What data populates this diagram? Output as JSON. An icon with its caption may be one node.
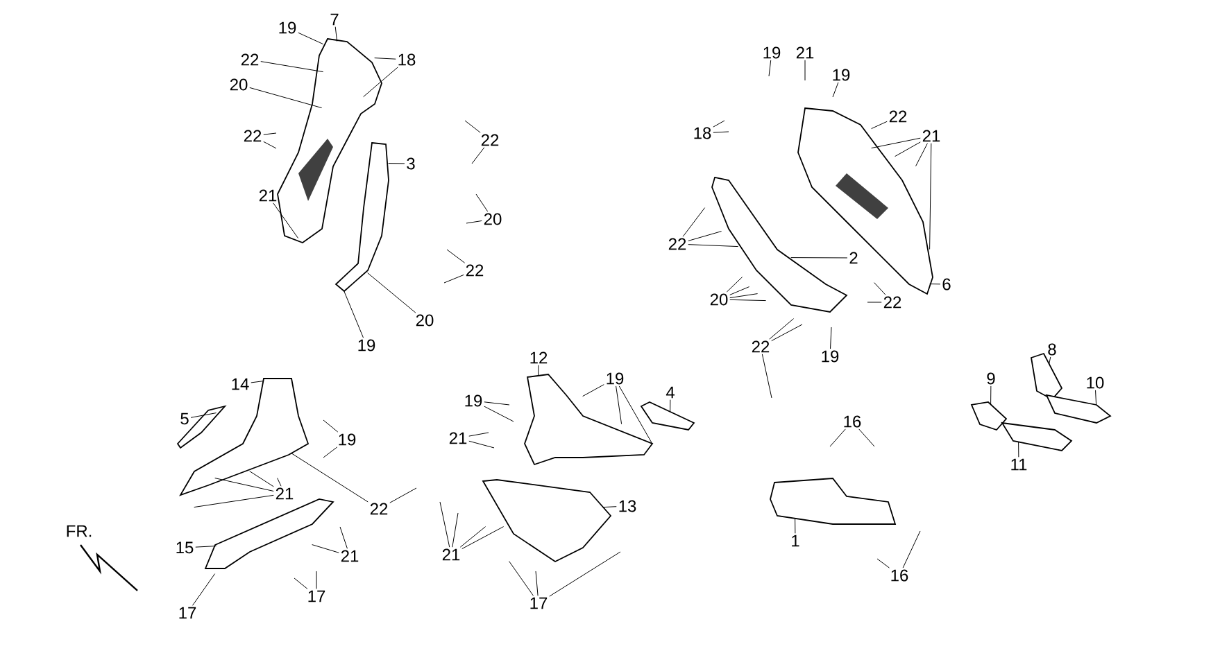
{
  "diagram": {
    "nodes": [
      {
        "text": [
          "7"
        ]
      },
      {
        "text": [
          "19"
        ]
      },
      {
        "text": [
          "18"
        ]
      },
      {
        "text": [
          "22"
        ]
      },
      {
        "text": [
          "20"
        ]
      },
      {
        "text": [
          "22"
        ]
      },
      {
        "text": [
          "21"
        ]
      },
      {
        "text": [
          "3"
        ]
      },
      {
        "text": [
          "22"
        ]
      },
      {
        "text": [
          "20"
        ]
      },
      {
        "text": [
          "22"
        ]
      },
      {
        "text": [
          "20"
        ]
      },
      {
        "text": [
          "19"
        ]
      },
      {
        "text": [
          "19"
        ]
      },
      {
        "text": [
          "21"
        ]
      },
      {
        "text": [
          "19"
        ]
      },
      {
        "text": [
          "22"
        ]
      },
      {
        "text": [
          "21"
        ]
      },
      {
        "text": [
          "18"
        ]
      },
      {
        "text": [
          "22"
        ]
      },
      {
        "text": [
          "2"
        ]
      },
      {
        "text": [
          "20"
        ]
      },
      {
        "text": [
          "6"
        ]
      },
      {
        "text": [
          "22"
        ]
      },
      {
        "text": [
          "19"
        ]
      },
      {
        "text": [
          "22"
        ]
      },
      {
        "text": [
          "14"
        ]
      },
      {
        "text": [
          "5"
        ]
      },
      {
        "text": [
          "19"
        ]
      },
      {
        "text": [
          "21"
        ]
      },
      {
        "text": [
          "22"
        ]
      },
      {
        "text": [
          "15"
        ]
      },
      {
        "text": [
          "21"
        ]
      },
      {
        "text": [
          "17"
        ]
      },
      {
        "text": [
          "17"
        ]
      },
      {
        "text": [
          "12"
        ]
      },
      {
        "text": [
          "19"
        ]
      },
      {
        "text": [
          "19"
        ]
      },
      {
        "text": [
          "4"
        ]
      },
      {
        "text": [
          "21"
        ]
      },
      {
        "text": [
          "13"
        ]
      },
      {
        "text": [
          "21"
        ]
      },
      {
        "text": [
          "17"
        ]
      },
      {
        "text": [
          "16"
        ]
      },
      {
        "text": [
          "1"
        ]
      },
      {
        "text": [
          "16"
        ]
      },
      {
        "text": [
          "8"
        ]
      },
      {
        "text": [
          "9"
        ]
      },
      {
        "text": [
          "10"
        ]
      },
      {
        "text": [
          "11"
        ]
      },
      {
        "text": [],
        "shape": "picture"
      },
      {
        "text": [],
        "shape": "picture"
      },
      {
        "text": [],
        "shape": "picture"
      },
      {
        "text": [],
        "shape": "picture"
      },
      {
        "text": [],
        "shape": "picture"
      },
      {
        "text": [],
        "shape": "picture"
      },
      {
        "text": [],
        "shape": "picture"
      },
      {
        "text": [],
        "shape": "picture"
      },
      {
        "text": [],
        "shape": "picture"
      },
      {
        "text": [],
        "shape": "picture"
      },
      {
        "text": [],
        "shape": "picture"
      },
      {
        "text": [],
        "shape": "picture"
      },
      {
        "text": [],
        "shape": "picture"
      },
      {
        "text": [],
        "shape": "picture"
      },
      {
        "text": [],
        "shape": "picture"
      }
    ],
    "edges": [
      {
        "from": 0,
        "to": 50,
        "arrow": "none"
      },
      {
        "from": 1,
        "to": 50,
        "arrow": "none"
      },
      {
        "from": 2,
        "to": 50,
        "arrow": "none"
      },
      {
        "from": 2,
        "to": 50,
        "arrow": "none"
      },
      {
        "from": 3,
        "to": 50,
        "arrow": "none"
      },
      {
        "from": 4,
        "to": 50,
        "arrow": "none"
      },
      {
        "from": 5,
        "to": null,
        "arrow": "none"
      },
      {
        "from": 5,
        "to": null,
        "arrow": "none"
      },
      {
        "from": 6,
        "to": 50,
        "arrow": "none"
      },
      {
        "from": 7,
        "to": 51,
        "arrow": "none"
      },
      {
        "from": 8,
        "to": null,
        "arrow": "none"
      },
      {
        "from": 8,
        "to": null,
        "arrow": "none"
      },
      {
        "from": 9,
        "to": null,
        "arrow": "none"
      },
      {
        "from": 9,
        "to": null,
        "arrow": "none"
      },
      {
        "from": 10,
        "to": null,
        "arrow": "none"
      },
      {
        "from": 10,
        "to": null,
        "arrow": "none"
      },
      {
        "from": 11,
        "to": 51,
        "arrow": "none"
      },
      {
        "from": 12,
        "to": 51,
        "arrow": "none"
      },
      {
        "from": 13,
        "to": null,
        "arrow": "none"
      },
      {
        "from": 14,
        "to": null,
        "arrow": "none"
      },
      {
        "from": 15,
        "to": null,
        "arrow": "none"
      },
      {
        "from": 16,
        "to": 52,
        "arrow": "none"
      },
      {
        "from": 17,
        "to": 52,
        "arrow": "none"
      },
      {
        "from": 17,
        "to": 52,
        "arrow": "none"
      },
      {
        "from": 17,
        "to": 52,
        "arrow": "none"
      },
      {
        "from": 17,
        "to": 52,
        "arrow": "none"
      },
      {
        "from": 18,
        "to": null,
        "arrow": "none"
      },
      {
        "from": 18,
        "to": null,
        "arrow": "none"
      },
      {
        "from": 19,
        "to": 53,
        "arrow": "none"
      },
      {
        "from": 19,
        "to": 53,
        "arrow": "none"
      },
      {
        "from": 19,
        "to": 53,
        "arrow": "none"
      },
      {
        "from": 20,
        "to": 53,
        "arrow": "none"
      },
      {
        "from": 21,
        "to": 53,
        "arrow": "none"
      },
      {
        "from": 21,
        "to": 53,
        "arrow": "none"
      },
      {
        "from": 21,
        "to": 53,
        "arrow": "none"
      },
      {
        "from": 21,
        "to": 53,
        "arrow": "none"
      },
      {
        "from": 22,
        "to": 52,
        "arrow": "none"
      },
      {
        "from": 23,
        "to": 52,
        "arrow": "none"
      },
      {
        "from": 23,
        "to": null,
        "arrow": "none"
      },
      {
        "from": 24,
        "to": null,
        "arrow": "none"
      },
      {
        "from": 25,
        "to": 53,
        "arrow": "none"
      },
      {
        "from": 25,
        "to": null,
        "arrow": "none"
      },
      {
        "from": 25,
        "to": null,
        "arrow": "none"
      },
      {
        "from": 26,
        "to": 54,
        "arrow": "none"
      },
      {
        "from": 27,
        "to": 55,
        "arrow": "none"
      },
      {
        "from": 28,
        "to": null,
        "arrow": "none"
      },
      {
        "from": 28,
        "to": null,
        "arrow": "none"
      },
      {
        "from": 29,
        "to": 54,
        "arrow": "none"
      },
      {
        "from": 29,
        "to": 54,
        "arrow": "none"
      },
      {
        "from": 29,
        "to": 54,
        "arrow": "none"
      },
      {
        "from": 29,
        "to": 54,
        "arrow": "none"
      },
      {
        "from": 30,
        "to": 54,
        "arrow": "none"
      },
      {
        "from": 30,
        "to": null,
        "arrow": "none"
      },
      {
        "from": 31,
        "to": 56,
        "arrow": "none"
      },
      {
        "from": 32,
        "to": null,
        "arrow": "none"
      },
      {
        "from": 32,
        "to": 56,
        "arrow": "none"
      },
      {
        "from": 33,
        "to": 56,
        "arrow": "none"
      },
      {
        "from": 34,
        "to": null,
        "arrow": "none"
      },
      {
        "from": 34,
        "to": null,
        "arrow": "none"
      },
      {
        "from": 35,
        "to": 57,
        "arrow": "none"
      },
      {
        "from": 36,
        "to": null,
        "arrow": "none"
      },
      {
        "from": 36,
        "to": null,
        "arrow": "none"
      },
      {
        "from": 37,
        "to": 57,
        "arrow": "none"
      },
      {
        "from": 37,
        "to": 57,
        "arrow": "none"
      },
      {
        "from": 37,
        "to": 57,
        "arrow": "none"
      },
      {
        "from": 38,
        "to": 58,
        "arrow": "none"
      },
      {
        "from": 39,
        "to": null,
        "arrow": "none"
      },
      {
        "from": 39,
        "to": null,
        "arrow": "none"
      },
      {
        "from": 40,
        "to": 59,
        "arrow": "none"
      },
      {
        "from": 41,
        "to": null,
        "arrow": "none"
      },
      {
        "from": 41,
        "to": null,
        "arrow": "none"
      },
      {
        "from": 41,
        "to": 59,
        "arrow": "none"
      },
      {
        "from": 41,
        "to": 59,
        "arrow": "none"
      },
      {
        "from": 42,
        "to": 59,
        "arrow": "none"
      },
      {
        "from": 42,
        "to": null,
        "arrow": "none"
      },
      {
        "from": 42,
        "to": null,
        "arrow": "none"
      },
      {
        "from": 43,
        "to": null,
        "arrow": "none"
      },
      {
        "from": 43,
        "to": null,
        "arrow": "none"
      },
      {
        "from": 44,
        "to": 60,
        "arrow": "none"
      },
      {
        "from": 45,
        "to": null,
        "arrow": "none"
      },
      {
        "from": 45,
        "to": null,
        "arrow": "none"
      },
      {
        "from": 46,
        "to": 61,
        "arrow": "none"
      },
      {
        "from": 47,
        "to": 62,
        "arrow": "none"
      },
      {
        "from": 48,
        "to": 63,
        "arrow": "none"
      },
      {
        "from": 49,
        "to": 64,
        "arrow": "none"
      }
    ],
    "labels": [
      "FR."
    ]
  }
}
